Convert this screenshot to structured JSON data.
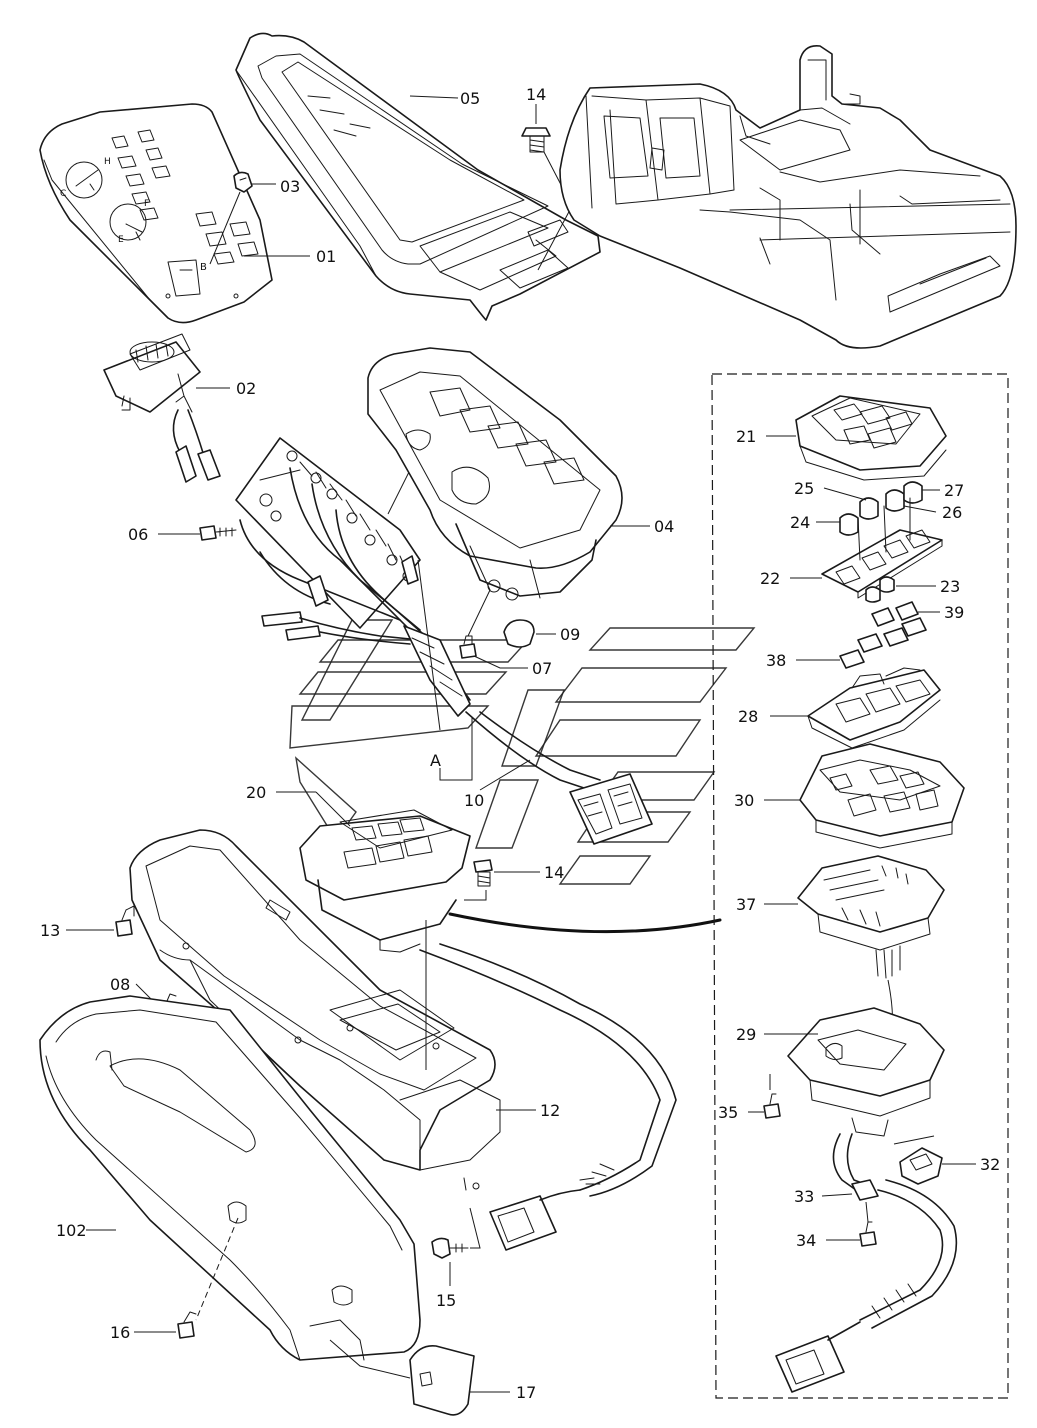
{
  "diagram": {
    "callouts": [
      {
        "id": "c05",
        "text": "05"
      },
      {
        "id": "c14a",
        "text": "14"
      },
      {
        "id": "c03",
        "text": "03"
      },
      {
        "id": "c01",
        "text": "01"
      },
      {
        "id": "c02",
        "text": "02"
      },
      {
        "id": "c06",
        "text": "06"
      },
      {
        "id": "c04",
        "text": "04"
      },
      {
        "id": "c09",
        "text": "09"
      },
      {
        "id": "c07",
        "text": "07"
      },
      {
        "id": "cA",
        "text": "A"
      },
      {
        "id": "c10",
        "text": "10"
      },
      {
        "id": "c20",
        "text": "20"
      },
      {
        "id": "c14b",
        "text": "14"
      },
      {
        "id": "c13",
        "text": "13"
      },
      {
        "id": "c08",
        "text": "08"
      },
      {
        "id": "c12",
        "text": "12"
      },
      {
        "id": "c15",
        "text": "15"
      },
      {
        "id": "c102",
        "text": "102"
      },
      {
        "id": "c16",
        "text": "16"
      },
      {
        "id": "c17",
        "text": "17"
      },
      {
        "id": "c21",
        "text": "21"
      },
      {
        "id": "c25",
        "text": "25"
      },
      {
        "id": "c27",
        "text": "27"
      },
      {
        "id": "c24",
        "text": "24"
      },
      {
        "id": "c26",
        "text": "26"
      },
      {
        "id": "c22",
        "text": "22"
      },
      {
        "id": "c23",
        "text": "23"
      },
      {
        "id": "c39",
        "text": "39"
      },
      {
        "id": "c38",
        "text": "38"
      },
      {
        "id": "c28",
        "text": "28"
      },
      {
        "id": "c30",
        "text": "30"
      },
      {
        "id": "c37",
        "text": "37"
      },
      {
        "id": "c29",
        "text": "29"
      },
      {
        "id": "c35",
        "text": "35"
      },
      {
        "id": "c32",
        "text": "32"
      },
      {
        "id": "c33",
        "text": "33"
      },
      {
        "id": "c34",
        "text": "34"
      }
    ],
    "panel_letters": {
      "c": "C",
      "h": "H",
      "e": "E",
      "f": "F",
      "b": "B"
    }
  }
}
